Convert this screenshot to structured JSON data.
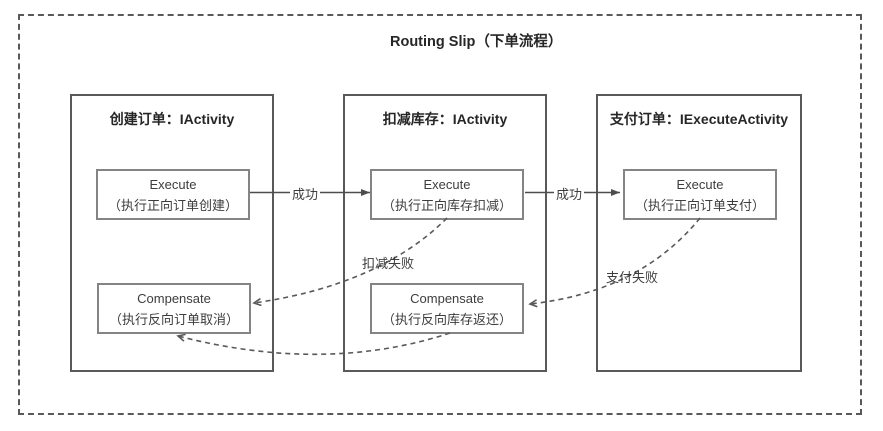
{
  "diagram": {
    "title": "Routing Slip（下单流程）",
    "groups": [
      {
        "id": "create-order",
        "title": "创建订单：IActivity",
        "execute": {
          "name": "Execute",
          "desc": "（执行正向订单创建）"
        },
        "compensate": {
          "name": "Compensate",
          "desc": "（执行反向订单取消）"
        }
      },
      {
        "id": "deduct-stock",
        "title": "扣减库存：IActivity",
        "execute": {
          "name": "Execute",
          "desc": "（执行正向库存扣减）"
        },
        "compensate": {
          "name": "Compensate",
          "desc": "（执行反向库存返还）"
        }
      },
      {
        "id": "pay-order",
        "title": "支付订单：IExecuteActivity",
        "execute": {
          "name": "Execute",
          "desc": "（执行正向订单支付）"
        }
      }
    ],
    "edge_labels": {
      "success_1": "成功",
      "success_2": "成功",
      "deduct_fail": "扣减失败",
      "pay_fail": "支付失败"
    },
    "colors": {
      "frame_line": "#595959",
      "subbox_border": "#848484",
      "arrow_line": "#4d4d4d",
      "text": "#262626"
    }
  }
}
